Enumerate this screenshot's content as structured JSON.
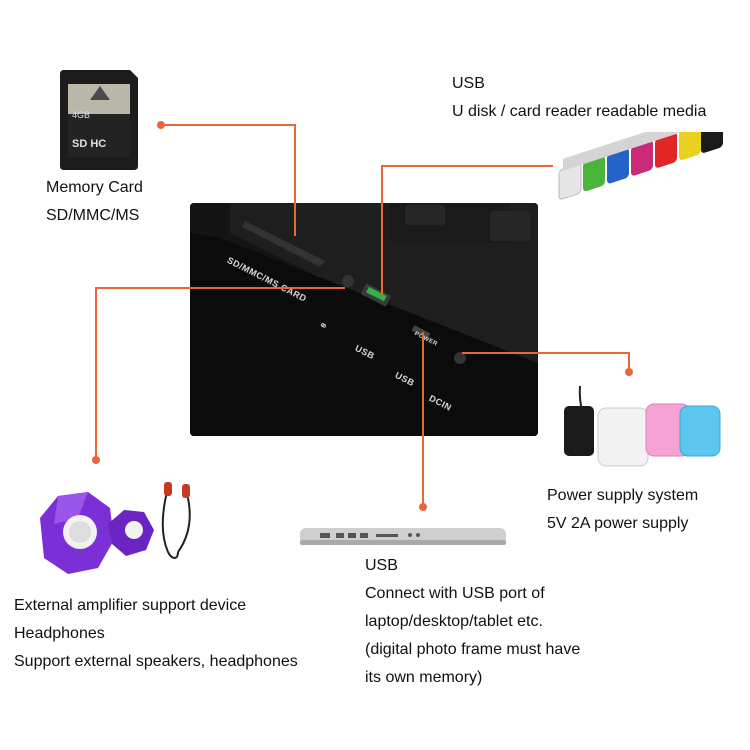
{
  "memory_card": {
    "title": "Memory Card",
    "formats": "SD/MMC/MS",
    "card_capacity": "4GB",
    "card_logo": "SD HC"
  },
  "usb_top": {
    "title": "USB",
    "desc": "U disk / card reader readable media"
  },
  "ports": {
    "card": "SD/MMC/MS CARD",
    "usb1": "USB",
    "usb2": "USB",
    "dcin": "DCIN",
    "power": "POWER"
  },
  "power": {
    "title": "Power supply system",
    "desc": "5V 2A power supply"
  },
  "usb_bottom": {
    "title": "USB",
    "line1": "Connect with USB port of",
    "line2": "laptop/desktop/tablet etc.",
    "line3": "(digital photo frame must have",
    "line4": "its own memory)"
  },
  "audio": {
    "line1": "External amplifier support device",
    "line2": "Headphones",
    "line3": "Support external speakers, headphones"
  },
  "colors": {
    "accent": "#e8673a",
    "speaker": "#7b2fd6"
  }
}
